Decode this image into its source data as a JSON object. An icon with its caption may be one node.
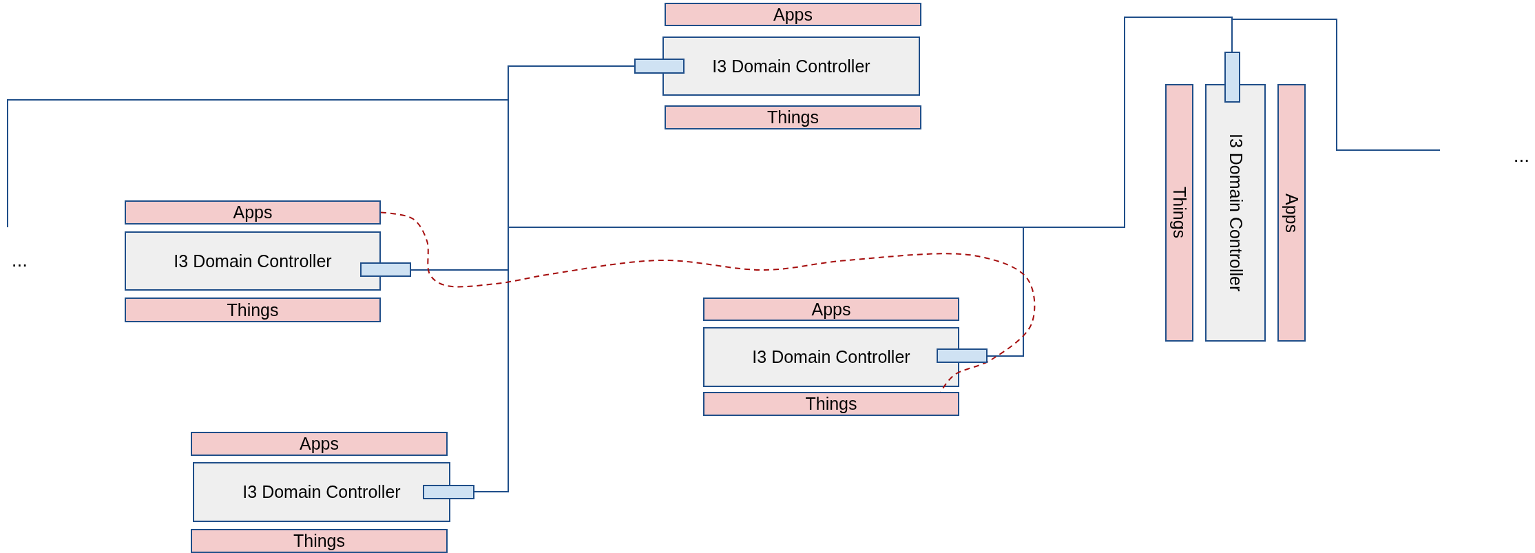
{
  "diagram": {
    "nodes": [
      {
        "text": [
          "Apps"
        ]
      },
      {
        "text": [
          "I3 Domain Controller"
        ]
      },
      {
        "text": [],
        "shape": "box"
      },
      {
        "text": [
          "Things"
        ]
      },
      {
        "text": [
          "Things"
        ]
      },
      {
        "text": [
          "I3 Domain Controller"
        ]
      },
      {
        "text": [],
        "shape": "box"
      },
      {
        "text": [
          "Apps"
        ]
      },
      {
        "text": [
          "..."
        ]
      },
      {
        "text": [
          "..."
        ]
      },
      {
        "text": [
          "Apps"
        ]
      },
      {
        "text": [
          "I3 Domain Controller"
        ]
      },
      {
        "text": [],
        "shape": "box"
      },
      {
        "text": [
          "Things"
        ]
      },
      {
        "text": [
          "Apps"
        ]
      },
      {
        "text": [
          "I3 Domain Controller"
        ]
      },
      {
        "text": [],
        "shape": "box"
      },
      {
        "text": [
          "Things"
        ]
      },
      {
        "text": [
          "Apps"
        ]
      },
      {
        "text": [
          "I3 Domain Controller"
        ]
      },
      {
        "text": [],
        "shape": "box"
      },
      {
        "text": [
          "Things"
        ]
      }
    ],
    "edges": [
      {
        "from": 2,
        "to": 20,
        "arrow": "none"
      },
      {
        "from": 9,
        "to": 12,
        "arrow": "none"
      },
      {
        "from": 12,
        "to": 16,
        "arrow": "none"
      },
      {
        "from": 16,
        "to": 6,
        "arrow": "none"
      },
      {
        "from": 6,
        "to": 8,
        "arrow": "none"
      },
      {
        "from": 10,
        "to": 17,
        "arrow": "none",
        "style": "dashed",
        "color": "#a50d0d"
      }
    ]
  }
}
